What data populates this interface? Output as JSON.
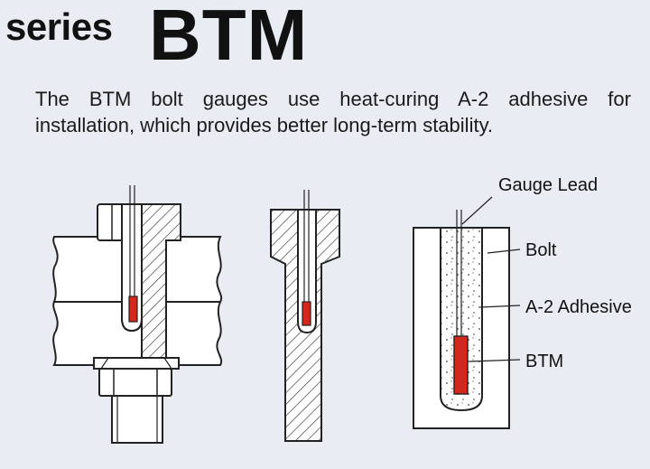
{
  "header": {
    "series_word": "series",
    "product_code": "BTM"
  },
  "description": {
    "line1": "The BTM bolt gauges use heat-curing A-2 adhesive for",
    "line2": "installation, which provides better long-term stability."
  },
  "diagram": {
    "labels": {
      "gauge_lead": "Gauge Lead",
      "bolt": "Bolt",
      "adhesive": "A-2 Adhesive",
      "btm": "BTM"
    },
    "colors": {
      "background": "#e9edf3",
      "gauge_element": "#d2281e",
      "plate": "#ffffff",
      "stroke": "#222222"
    }
  }
}
